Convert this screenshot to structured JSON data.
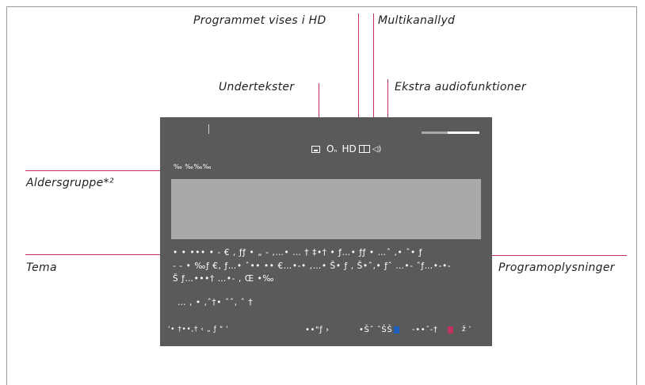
{
  "callouts": {
    "hd": "Programmet vises i HD",
    "multichannel": "Multikanallyd",
    "subtitles": "Undertekster",
    "extra_audio": "Ekstra audiofunktioner",
    "age_group": "Aldersgruppe*²",
    "theme": "Tema",
    "program_info": "Programoplysninger"
  },
  "screen": {
    "icons": {
      "subtitles": "subtitles-icon",
      "parental_key": "key-icon",
      "hd_label": "HD",
      "multichannel": "multichannel-icon",
      "extra_audio": "speaker-icon"
    },
    "age_text": "‰ ‰‰‰",
    "info_lines": [
      "•   • ••• •  -  €          ,     ƒƒ • „ -   ,…• … †    ‡•†  • ƒ…•    ƒƒ • …ˆ ,• ˆ• ƒ",
      "-  - • ‰ƒ €, ƒ…• ˆ••    •• €…•-• ,…• Š• ƒ , Š•ˆ,• ƒˆ …•-  ˆƒ…•-•-",
      "Š ƒ…•••† …•- , Œ  •‰",
      "… , • ,ˆ†•  ˆˆ, ˆ †"
    ],
    "bottom_left": "'• †••,†  ‹ „ ƒ  \"   '",
    "bottom_mid": "••\"ƒ  ›",
    "bottom_right1": "•Šˆ ˆŠŠ",
    "bottom_right2": "-••ˆ-†",
    "bottom_right3": "ž  '"
  },
  "colors": {
    "callout_line": "#c0335a",
    "screen_bg": "#5a5a5a",
    "preview": "#a9a9a9",
    "blue_button": "#1f5fbf",
    "red_button": "#c0335a"
  }
}
